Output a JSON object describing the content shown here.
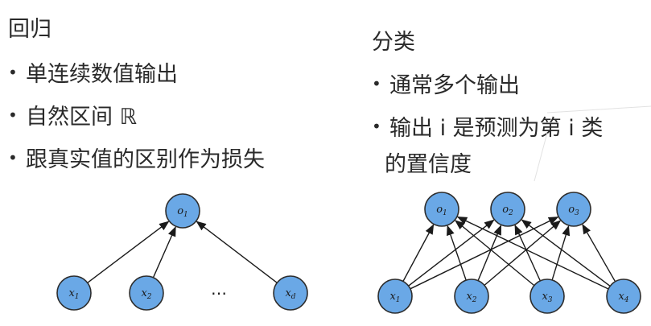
{
  "regression": {
    "heading": "回归",
    "bullets": [
      "单连续数值输出",
      "自然区间 ℝ",
      "跟真实值的区别作为损失"
    ]
  },
  "classification": {
    "heading": "分类",
    "bullets": [
      "通常多个输出",
      "输出 i 是预测为第 i 类"
    ],
    "continuation": "的置信度"
  },
  "bullet_symbol": "•",
  "colors": {
    "node_fill": "#6aa8e6",
    "node_stroke": "#2d2d2d",
    "edge": "#1a1a1a"
  },
  "regression_net": {
    "outputs": [
      {
        "var": "o",
        "sub": "1"
      }
    ],
    "inputs": [
      {
        "var": "x",
        "sub": "1"
      },
      {
        "var": "x",
        "sub": "2"
      },
      {
        "var": "x",
        "sub": "d"
      }
    ],
    "ellipsis": "…"
  },
  "classification_net": {
    "outputs": [
      {
        "var": "o",
        "sub": "1"
      },
      {
        "var": "o",
        "sub": "2"
      },
      {
        "var": "o",
        "sub": "3"
      }
    ],
    "inputs": [
      {
        "var": "x",
        "sub": "1"
      },
      {
        "var": "x",
        "sub": "2"
      },
      {
        "var": "x",
        "sub": "3"
      },
      {
        "var": "x",
        "sub": "4"
      }
    ]
  }
}
